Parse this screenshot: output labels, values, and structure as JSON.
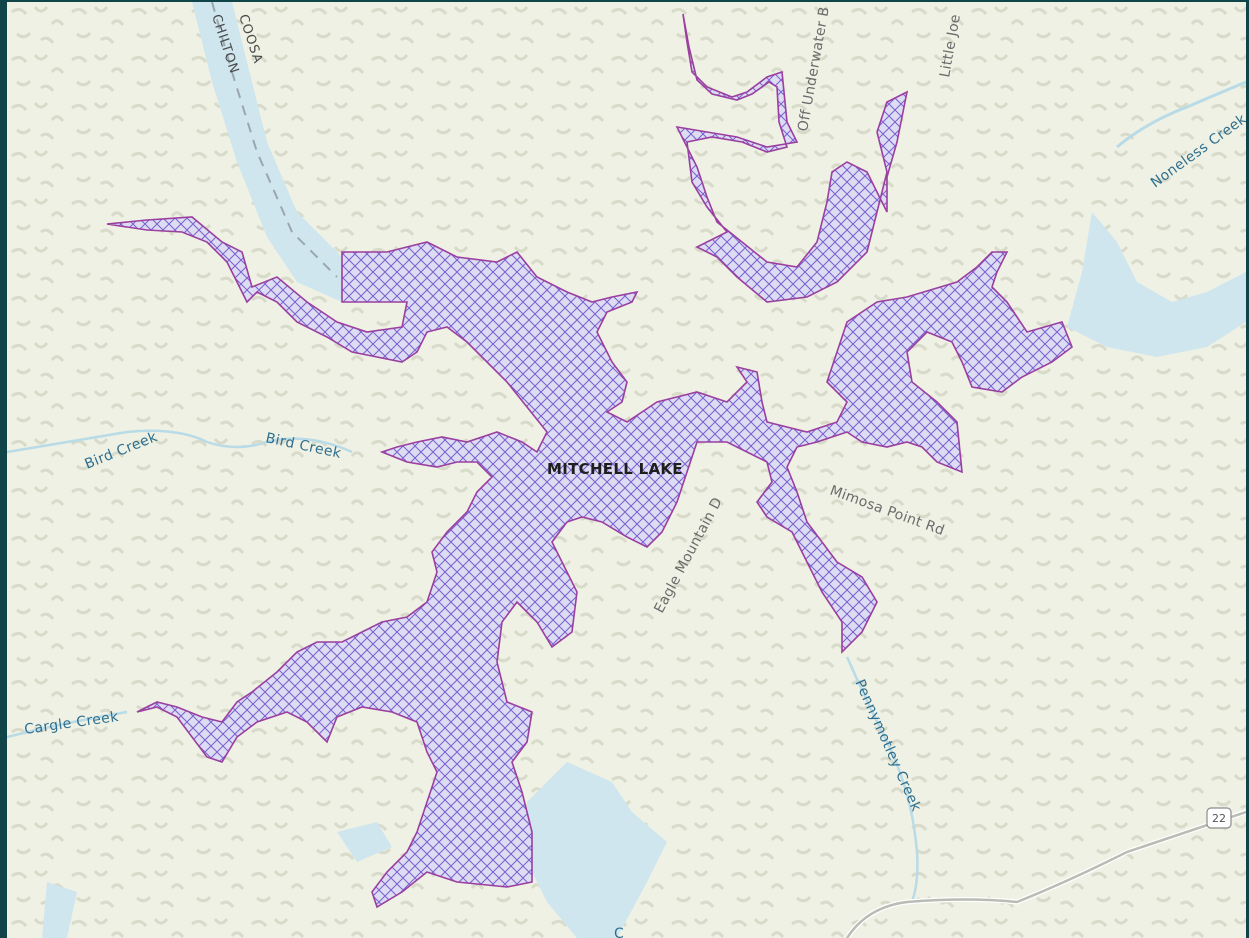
{
  "map": {
    "lake_name": "MITCHELL LAKE",
    "county_north": "COOSA",
    "county_south": "CHILTON",
    "creeks": {
      "bird_creek_west": "Bird Creek",
      "bird_creek_east": "Bird Creek",
      "cargle_creek": "Cargle Creek",
      "noneless_creek": "Noneless Creek",
      "pennymotley_creek": "Pennymotley Creek"
    },
    "roads": {
      "mimosa_point": "Mimosa Point Rd",
      "eagle_mountain": "Eagle Mountain D",
      "off_underwater": "Off Underwater B",
      "little_joe": "Little Joe"
    },
    "highway_shield": "22",
    "bottom_partial_label": "C"
  },
  "colors": {
    "background": "#eef1e4",
    "frame": "#0f4448",
    "water": "#cfe6ef",
    "lake_outline": "#9b3fa0",
    "lake_hatch": "#7a5fd0",
    "hillshade": "#d9dccb"
  }
}
